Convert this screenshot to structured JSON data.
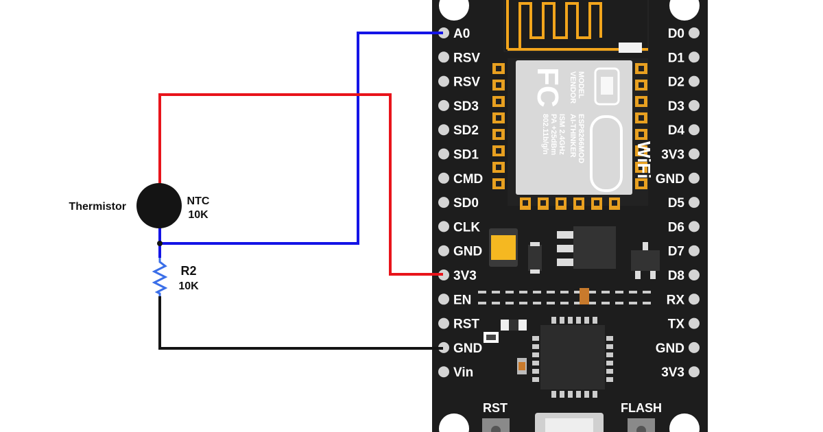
{
  "colors": {
    "board": "#1d1d1d",
    "pin": "#d4d4d4",
    "wire_red": "#e8141b",
    "wire_blue": "#1414e6",
    "wire_black": "#141414",
    "resistor": "#3a6ee8",
    "antenna": "#f2a51c",
    "module_shield": "#d9d9d9",
    "gold": "#e8a020"
  },
  "board": {
    "left_pins": [
      "A0",
      "RSV",
      "RSV",
      "SD3",
      "SD2",
      "SD1",
      "CMD",
      "SD0",
      "CLK",
      "GND",
      "3V3",
      "EN",
      "RST",
      "GND",
      "Vin"
    ],
    "right_pins": [
      "D0",
      "D1",
      "D2",
      "D3",
      "D4",
      "3V3",
      "GND",
      "D5",
      "D6",
      "D7",
      "D8",
      "RX",
      "TX",
      "GND",
      "3V3"
    ],
    "buttons": {
      "rst": "RST",
      "flash": "FLASH"
    },
    "module": {
      "col1": "MODEL",
      "col2": "VENDOR",
      "col3": "ESP8266MOD",
      "col4": "AI-THINKER",
      "col5": "ISM 2.4GHz",
      "col6": "PA +25dBm",
      "col7": "802.11b/g/n",
      "fcc_logo": "FC",
      "wifi_logo": "WiFi"
    }
  },
  "components": {
    "thermistor": {
      "label": "Thermistor",
      "type": "NTC",
      "value": "10K"
    },
    "resistor": {
      "label": "R2",
      "value": "10K"
    }
  }
}
